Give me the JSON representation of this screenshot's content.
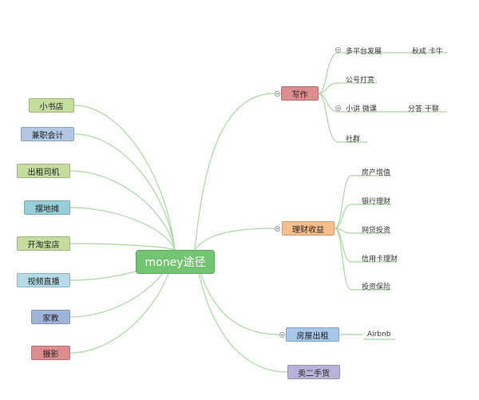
{
  "center": {
    "label": "money途径",
    "color": "#72c472"
  },
  "link_color": "#a8d8a0",
  "left_branches": [
    {
      "label": "小书店",
      "color": "#c4dd9c"
    },
    {
      "label": "兼职会计",
      "color": "#b1c7e3"
    },
    {
      "label": "出租司机",
      "color": "#c4dd9c"
    },
    {
      "label": "摆地摊",
      "color": "#97cfd9"
    },
    {
      "label": "开淘宝店",
      "color": "#c4dd9c"
    },
    {
      "label": "视频直播",
      "color": "#b5dbe6"
    },
    {
      "label": "家教",
      "color": "#9fb4d9"
    },
    {
      "label": "摄影",
      "color": "#dd8d8d"
    }
  ],
  "right_branches": [
    {
      "label": "写作",
      "color": "#dd8d8d",
      "children": [
        {
          "label": "多平台发展",
          "collapsible": true,
          "children": [
            {
              "label": "秋成 卡牛"
            }
          ]
        },
        {
          "label": "公号打赏"
        },
        {
          "label": "小讲 微课",
          "collapsible": true,
          "children": [
            {
              "label": "分答 干聊"
            }
          ]
        },
        {
          "label": "社群"
        }
      ]
    },
    {
      "label": "理财收益",
      "color": "#f7bf8b",
      "children": [
        {
          "label": "房产增值"
        },
        {
          "label": "银行理财"
        },
        {
          "label": "网贷投资"
        },
        {
          "label": "信用卡理财"
        },
        {
          "label": "投资保险"
        }
      ]
    },
    {
      "label": "房屋出租",
      "color": "#a5c8ea",
      "children": [
        {
          "label": "Airbnb"
        }
      ]
    },
    {
      "label": "卖二手货",
      "color": "#b9b2d9",
      "children": []
    }
  ]
}
